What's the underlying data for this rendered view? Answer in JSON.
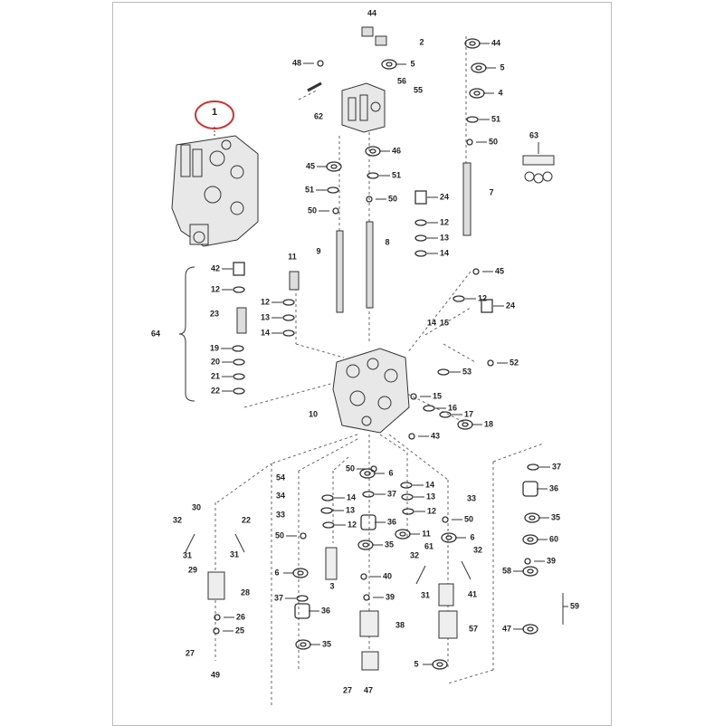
{
  "diagram": {
    "type": "exploded-parts-diagram",
    "highlighted_callout": "1",
    "highlight_color": "#d0302f",
    "labels": [
      "44",
      "48",
      "5",
      "56",
      "55",
      "62",
      "46",
      "45",
      "51",
      "51",
      "50",
      "50",
      "24",
      "12",
      "13",
      "14",
      "9",
      "8",
      "11",
      "2",
      "44",
      "5",
      "4",
      "51",
      "50",
      "7",
      "63",
      "42",
      "12",
      "23",
      "64",
      "19",
      "20",
      "21",
      "22",
      "12",
      "13",
      "14",
      "45",
      "12",
      "24",
      "14",
      "15",
      "52",
      "53",
      "15",
      "16",
      "17",
      "18",
      "43",
      "10",
      "50",
      "6",
      "14",
      "37",
      "13",
      "12",
      "36",
      "11",
      "35",
      "40",
      "39",
      "38",
      "27",
      "47",
      "54",
      "34",
      "33",
      "50",
      "6",
      "37",
      "36",
      "35",
      "14",
      "13",
      "12",
      "3",
      "30",
      "32",
      "22",
      "31",
      "31",
      "29",
      "28",
      "26",
      "25",
      "27",
      "49",
      "33",
      "50",
      "6",
      "61",
      "32",
      "32",
      "31",
      "41",
      "57",
      "5",
      "37",
      "36",
      "35",
      "60",
      "39",
      "58",
      "59",
      "47"
    ]
  }
}
